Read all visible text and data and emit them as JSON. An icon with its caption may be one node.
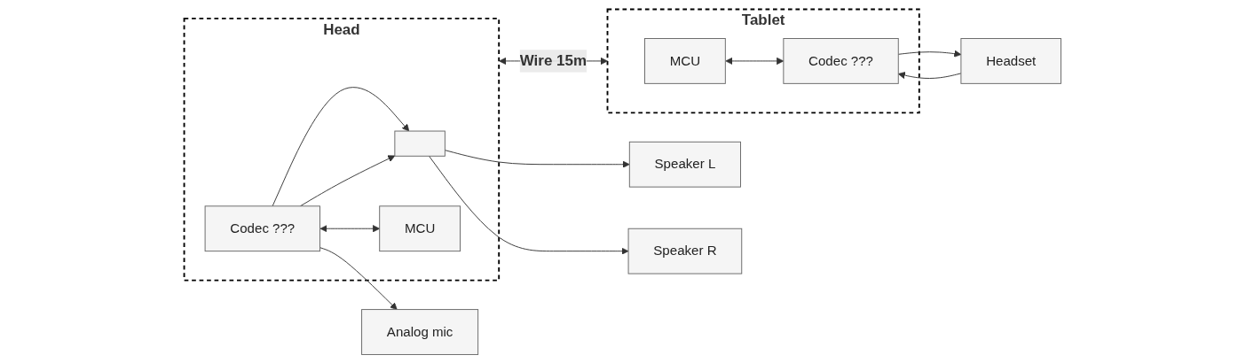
{
  "diagram": {
    "nodes": [
      {
        "text": [
          "Head"
        ]
      },
      {
        "text": [],
        "shape": "box",
        "in": 0
      },
      {
        "text": [
          "Codec ???"
        ],
        "in": 0
      },
      {
        "text": [
          "MCU"
        ],
        "in": 0
      },
      {
        "text": [
          "Tablet"
        ]
      },
      {
        "text": [
          "MCU"
        ],
        "in": 4
      },
      {
        "text": [
          "Codec ???"
        ],
        "in": 4
      },
      {
        "text": [
          "Speaker L"
        ]
      },
      {
        "text": [
          "Speaker R"
        ]
      },
      {
        "text": [
          "Analog mic"
        ]
      },
      {
        "text": [
          "Headset"
        ]
      }
    ],
    "edges": [
      {
        "from": 1,
        "to": 7,
        "arrow": "to"
      },
      {
        "from": 1,
        "to": 8,
        "arrow": "to"
      },
      {
        "from": 2,
        "to": 1,
        "arrow": "to"
      },
      {
        "from": 2,
        "to": 1,
        "arrow": "to"
      },
      {
        "from": 2,
        "to": 9,
        "arrow": "to"
      },
      {
        "from": 2,
        "to": 3,
        "arrow": "both"
      },
      {
        "from": 0,
        "to": 4,
        "arrow": "both",
        "label": "Wire 15m"
      },
      {
        "from": 5,
        "to": 6,
        "arrow": "both"
      },
      {
        "from": 6,
        "to": 10,
        "arrow": "to"
      },
      {
        "from": 10,
        "to": 6,
        "arrow": "to"
      }
    ]
  }
}
